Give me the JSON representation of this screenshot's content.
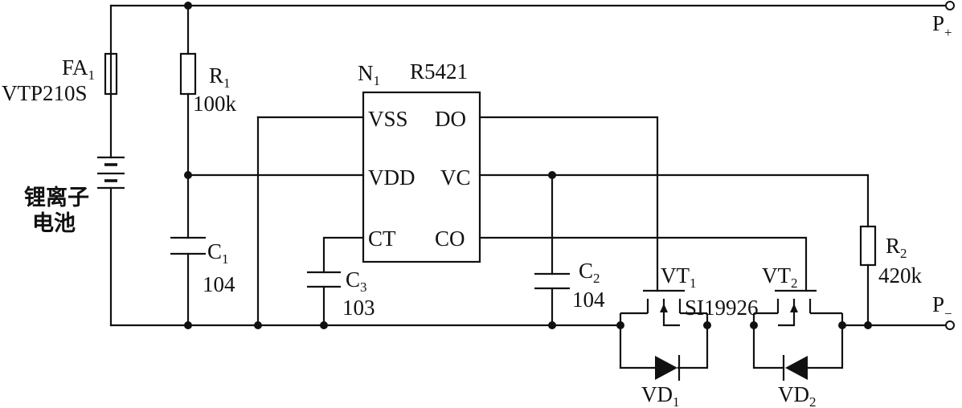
{
  "terminals": {
    "p_plus": {
      "main": "P",
      "sign": "+"
    },
    "p_minus": {
      "main": "P",
      "sign": "−"
    }
  },
  "fuse": {
    "ref": "FA",
    "ref_sub": "1",
    "part": "VTP210S"
  },
  "battery": {
    "line1": "锂离子",
    "line2": "电池"
  },
  "r1": {
    "ref": "R",
    "ref_sub": "1",
    "value": "100k"
  },
  "r2": {
    "ref": "R",
    "ref_sub": "2",
    "value": "420k"
  },
  "c1": {
    "ref": "C",
    "ref_sub": "1",
    "value": "104"
  },
  "c2": {
    "ref": "C",
    "ref_sub": "2",
    "value": "104"
  },
  "c3": {
    "ref": "C",
    "ref_sub": "3",
    "value": "103"
  },
  "ic": {
    "ref": "N",
    "ref_sub": "1",
    "part": "R5421",
    "pins": {
      "vss": "VSS",
      "vdd": "VDD",
      "ct": "CT",
      "do": "DO",
      "vc": "VC",
      "co": "CO"
    }
  },
  "vt1": {
    "ref": "VT",
    "ref_sub": "1"
  },
  "vt2": {
    "ref": "VT",
    "ref_sub": "2"
  },
  "mosfet_part": "SI19926",
  "vd1": {
    "ref": "VD",
    "ref_sub": "1"
  },
  "vd2": {
    "ref": "VD",
    "ref_sub": "2"
  }
}
